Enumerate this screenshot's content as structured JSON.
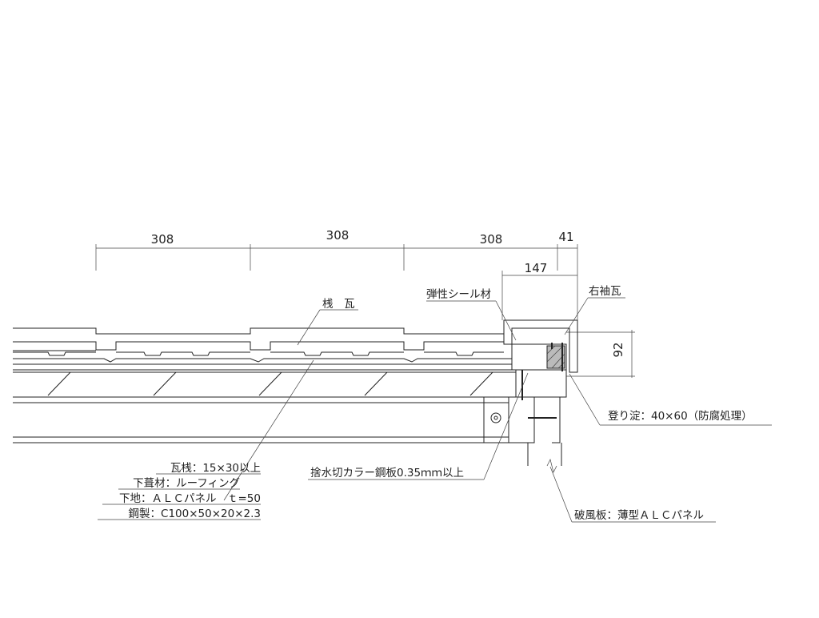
{
  "dimensions": {
    "d1": "308",
    "d2": "308",
    "d3": "308",
    "d4": "41",
    "d5": "147",
    "d6": "92"
  },
  "labels": {
    "tile": "桟　瓦",
    "sealant": "弾性シール材",
    "right_sleeve_tile": "右袖瓦",
    "batten": "登り淀：40×60（防腐処理）",
    "flashing": "捨水切カラー鋼板0.35ｍｍ以上",
    "fascia": "破風板：薄型ＡＬＣパネル"
  },
  "spec_lines": [
    "瓦桟：15×30以上",
    "下葺材：ルーフィング",
    "下地：ＡＬＣパネル　ｔ=50",
    "鋼製：C100×50×20×2.3"
  ]
}
